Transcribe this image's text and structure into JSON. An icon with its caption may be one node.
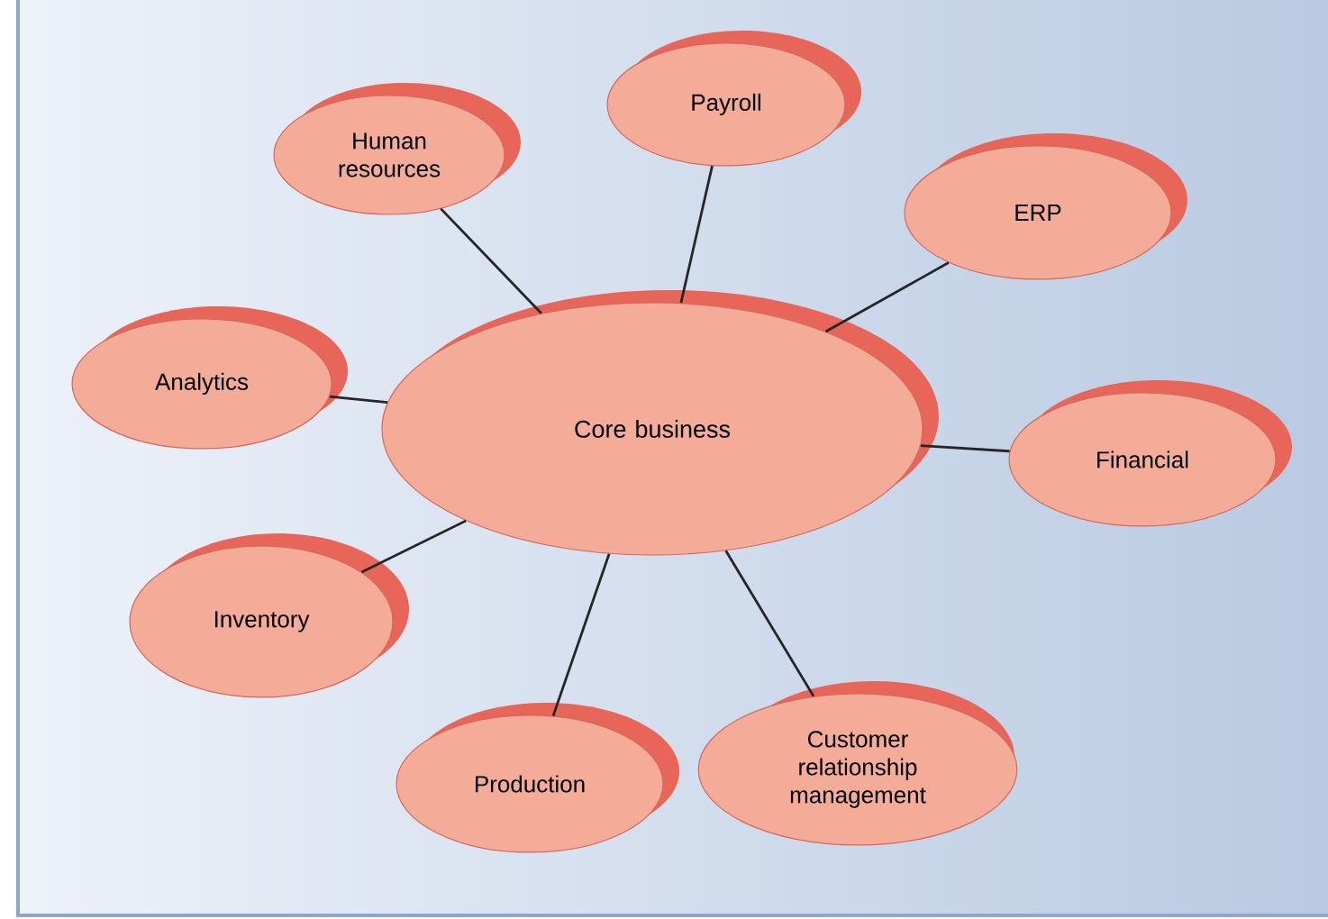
{
  "diagram": {
    "nodes": [
      {
        "text": [
          "Core business"
        ]
      },
      {
        "text": [
          "Human resources"
        ]
      },
      {
        "text": [
          "Payroll"
        ]
      },
      {
        "text": [
          "ERP"
        ]
      },
      {
        "text": [
          "Analytics"
        ]
      },
      {
        "text": [
          "Financial"
        ]
      },
      {
        "text": [
          "Inventory"
        ]
      },
      {
        "text": [
          "Production"
        ]
      },
      {
        "text": [
          "Customer relationship management"
        ]
      }
    ],
    "edges": [
      {
        "from": 0,
        "to": 1,
        "arrow": "none"
      },
      {
        "from": 0,
        "to": 2,
        "arrow": "none"
      },
      {
        "from": 0,
        "to": 3,
        "arrow": "none"
      },
      {
        "from": 0,
        "to": 4,
        "arrow": "none"
      },
      {
        "from": 0,
        "to": 5,
        "arrow": "none"
      },
      {
        "from": 0,
        "to": 6,
        "arrow": "none"
      },
      {
        "from": 0,
        "to": 7,
        "arrow": "none"
      },
      {
        "from": 0,
        "to": 8,
        "arrow": "none"
      }
    ]
  }
}
